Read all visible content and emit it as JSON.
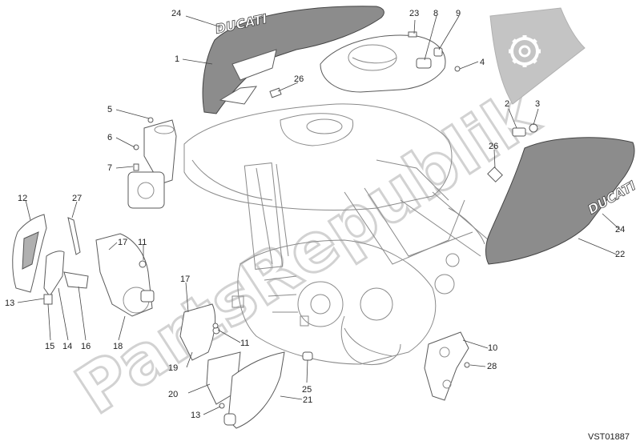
{
  "diagram": {
    "drawing_code": "VST01887",
    "watermark_text": "PartsRepublik",
    "brand_text": "DUCATI",
    "callouts": [
      {
        "id": "c24a",
        "text": "24"
      },
      {
        "id": "c1",
        "text": "1"
      },
      {
        "id": "c23",
        "text": "23"
      },
      {
        "id": "c8",
        "text": "8"
      },
      {
        "id": "c9",
        "text": "9"
      },
      {
        "id": "c4",
        "text": "4"
      },
      {
        "id": "c26a",
        "text": "26"
      },
      {
        "id": "c5",
        "text": "5"
      },
      {
        "id": "c6",
        "text": "6"
      },
      {
        "id": "c7",
        "text": "7"
      },
      {
        "id": "c2",
        "text": "2"
      },
      {
        "id": "c3",
        "text": "3"
      },
      {
        "id": "c26b",
        "text": "26"
      },
      {
        "id": "c24b",
        "text": "24"
      },
      {
        "id": "c22",
        "text": "22"
      },
      {
        "id": "c12",
        "text": "12"
      },
      {
        "id": "c27",
        "text": "27"
      },
      {
        "id": "c17a",
        "text": "17"
      },
      {
        "id": "c11a",
        "text": "11"
      },
      {
        "id": "c13a",
        "text": "13"
      },
      {
        "id": "c15",
        "text": "15"
      },
      {
        "id": "c14",
        "text": "14"
      },
      {
        "id": "c16",
        "text": "16"
      },
      {
        "id": "c18",
        "text": "18"
      },
      {
        "id": "c17b",
        "text": "17"
      },
      {
        "id": "c11b",
        "text": "11"
      },
      {
        "id": "c19",
        "text": "19"
      },
      {
        "id": "c25",
        "text": "25"
      },
      {
        "id": "c10",
        "text": "10"
      },
      {
        "id": "c28",
        "text": "28"
      },
      {
        "id": "c20",
        "text": "20"
      },
      {
        "id": "c21",
        "text": "21"
      },
      {
        "id": "c13b",
        "text": "13"
      }
    ]
  },
  "logo": {
    "icon": "gear-icon",
    "color": "#bdbdbd"
  },
  "colors": {
    "panel": "#8c8c8c",
    "line": "#8a8a8a",
    "text": "#222222"
  }
}
